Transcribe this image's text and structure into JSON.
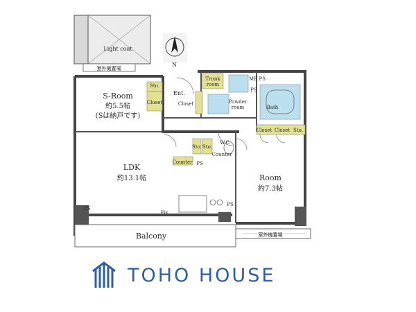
{
  "plan": {
    "light_court": "Light coat",
    "outdoor_unit": "室外機置場",
    "outdoor_unit_right": "室外機置場",
    "compass_n": "N",
    "s_room": {
      "name": "S-Room",
      "size": "約5.5帖",
      "note": "(Sは納戸です)"
    },
    "ldk": {
      "name": "LDK",
      "size": "約13.1帖"
    },
    "room": {
      "name": "Room",
      "size": "約7.3帖"
    },
    "balcony": "Balcony",
    "entrance": "Ent.",
    "trunk_room": [
      "Trunk",
      "room"
    ],
    "mb_ps": "MB PS",
    "ps": "PS",
    "powder_room": [
      "Powder",
      "room"
    ],
    "bath": "Bath",
    "closet": "Closet",
    "sto": "Sto.",
    "wc": "W.C.",
    "counter": "Counter",
    "fix": "Fix",
    "closet_row": [
      "Closet",
      "Closet",
      "Sto."
    ]
  },
  "brand": {
    "name": "TOHO HOUSE",
    "color": "#2f5f9e"
  },
  "colors": {
    "storage": "#e3e08f",
    "wet": "#bcdff0",
    "wall": "#444444"
  }
}
